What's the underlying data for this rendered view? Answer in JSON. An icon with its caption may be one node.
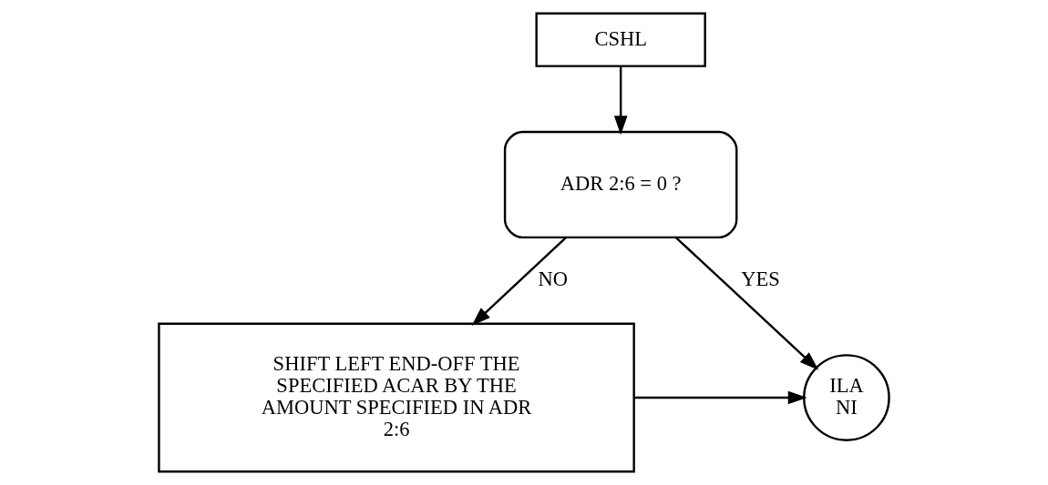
{
  "diagram": {
    "nodes": [
      {
        "text": [
          "CSHL"
        ]
      },
      {
        "text": [
          "ADR 2:6 = 0 ?"
        ]
      },
      {
        "text": [
          "SHIFT LEFT END-OFF THE SPECIFIED ACAR BY THE AMOUNT SPECIFIED IN ADR 2:6"
        ]
      },
      {
        "text": [
          "ILA NI"
        ]
      }
    ],
    "edges": [
      {
        "from": 0,
        "to": 1,
        "arrow": "to"
      },
      {
        "from": 1,
        "to": 3,
        "arrow": "to",
        "label": "YES"
      },
      {
        "from": 1,
        "to": 2,
        "arrow": "to",
        "label": "NO"
      },
      {
        "from": 2,
        "to": 3,
        "arrow": "to"
      }
    ]
  }
}
